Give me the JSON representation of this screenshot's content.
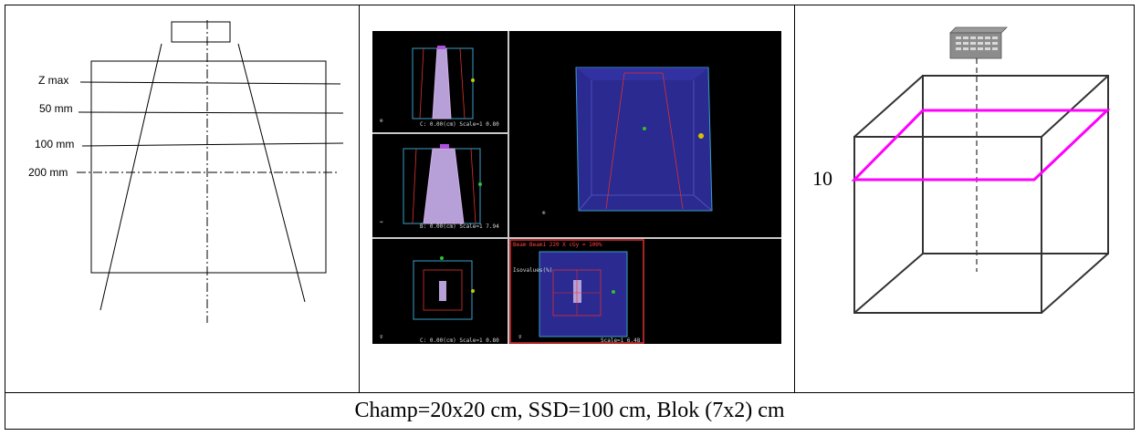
{
  "left_diagram": {
    "labels": [
      "Z max",
      "50 mm",
      "100 mm",
      "200 mm"
    ]
  },
  "screen": {
    "viewport_labels": {
      "top_left": "C:   0.00(cm)     Scale=1  0.80",
      "mid_left": "B:   0.00(cm)     Scale=1  7.94",
      "bottom_left": "C:   0.00(cm)     Scale=1  0.80",
      "bottom_right_scale": "Scale=1  6.48",
      "bottom_right_header": "Beam Beam1 220 X cGy = 100%",
      "bottom_right_sub": "Isovalues(%)"
    }
  },
  "right_diagram": {
    "depth_label": "10"
  },
  "caption": "Champ=20x20 cm, SSD=100 cm, Blok (7x2) cm",
  "colors": {
    "field_outline": "#ff00ff",
    "screen_bg": "#000000",
    "phantom_blue": "#2a2a90",
    "frame_cyan": "#3aa0c8",
    "beam_red": "#e03030"
  }
}
